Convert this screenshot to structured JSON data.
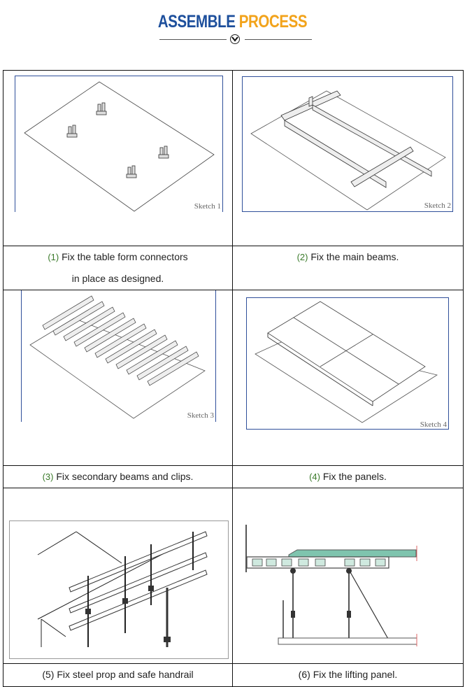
{
  "header": {
    "title_part1": "ASSEMBLE",
    "title_part2": "PROCESS",
    "title_color1": "#1d4f9c",
    "title_color2": "#f2a31b",
    "divider_icon": "chevron-down-circle-icon"
  },
  "steps": [
    {
      "number": "(1)",
      "caption_line1": "Fix the table form connectors",
      "caption_line2": "in place as designed.",
      "sketch_label": "Sketch 1"
    },
    {
      "number": "(2)",
      "caption_line1": "Fix the main beams.",
      "sketch_label": "Sketch 2"
    },
    {
      "number": "(3)",
      "caption_line1": "Fix secondary beams and clips.",
      "sketch_label": "Sketch 3"
    },
    {
      "number": "(4)",
      "caption_line1": "Fix the panels.",
      "sketch_label": "Sketch 4"
    },
    {
      "number": "(5)",
      "caption_line1": "Fix steel prop and safe handrail"
    },
    {
      "number": "(6)",
      "caption_line1": "Fix the lifting panel."
    }
  ],
  "colors": {
    "frame_border": "#2f4f9a",
    "panel_fill": "#7fc4ae",
    "number_green": "#3a7a2a"
  }
}
